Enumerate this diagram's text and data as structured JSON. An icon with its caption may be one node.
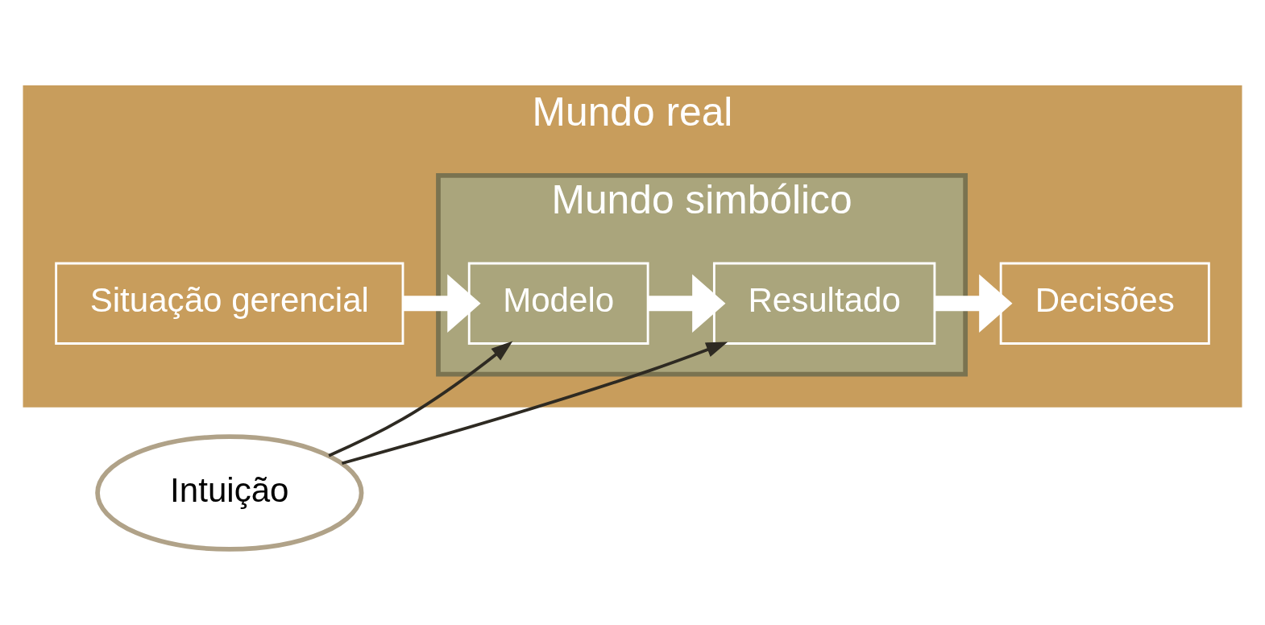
{
  "diagram": {
    "nodes": [
      {
        "text": [
          "Mundo real"
        ]
      },
      {
        "text": [
          "Mundo simbólico"
        ],
        "in": 0
      },
      {
        "text": [
          "Situação gerencial"
        ],
        "in": 0
      },
      {
        "text": [
          "Modelo"
        ],
        "in": 1
      },
      {
        "text": [
          "Resultado"
        ],
        "in": 1
      },
      {
        "text": [
          "Decisões"
        ],
        "in": 0
      },
      {
        "text": [
          "Intuição"
        ]
      }
    ],
    "edges": [
      {
        "from": 2,
        "to": 3,
        "arrow": "to"
      },
      {
        "from": 3,
        "to": 4,
        "arrow": "to"
      },
      {
        "from": 4,
        "to": 5,
        "arrow": "to"
      },
      {
        "from": 6,
        "to": 3,
        "arrow": "to",
        "color": "#2e2a22"
      },
      {
        "from": 6,
        "to": 4,
        "arrow": "to",
        "color": "#2e2a22"
      }
    ]
  }
}
